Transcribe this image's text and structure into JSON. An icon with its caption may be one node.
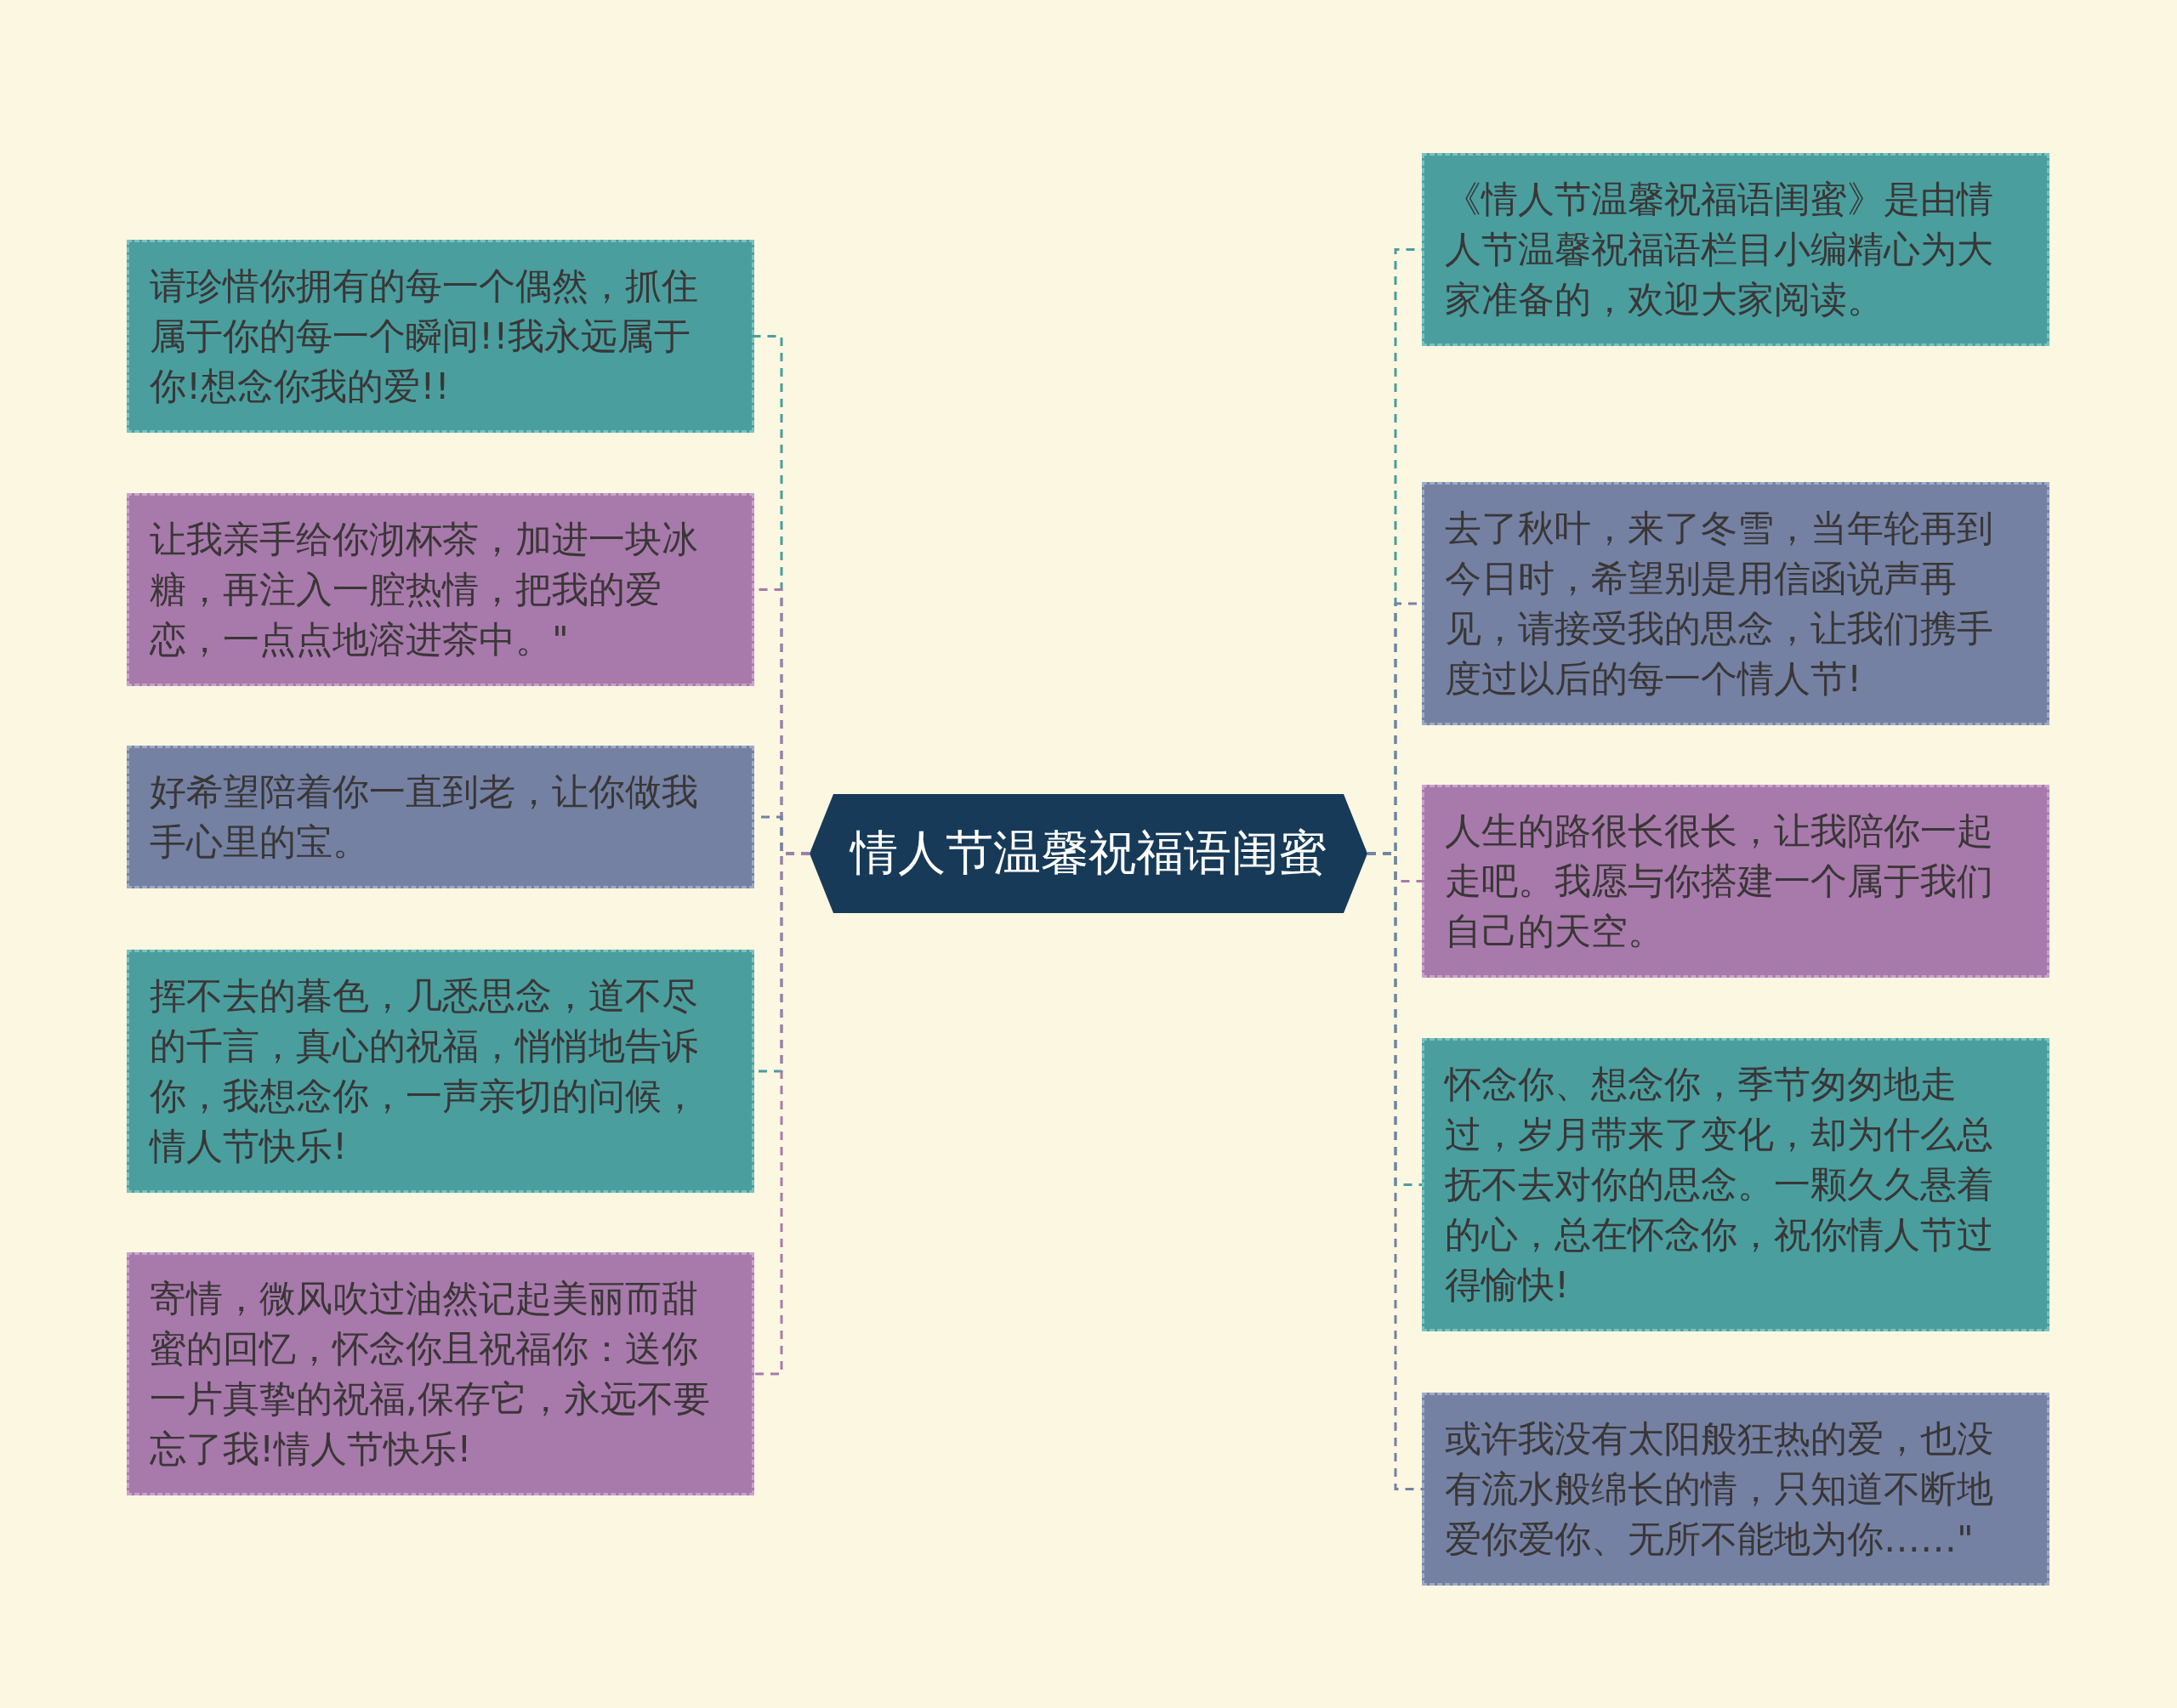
{
  "diagram": {
    "nodes": [
      {
        "text": [
          "情人节温馨祝福语闺蜜"
        ]
      },
      {
        "text": [
          "请珍惜你拥有的每一个偶然，抓住属于你的每一个瞬间!!我永远属于你!想念你我的爱!!"
        ]
      },
      {
        "text": [
          "让我亲手给你沏杯茶，加进一块冰糖，再注入一腔热情，把我的爱恋，一点点地溶进茶中。\""
        ]
      },
      {
        "text": [
          "好希望陪着你一直到老，让你做我手心里的宝。"
        ]
      },
      {
        "text": [
          "挥不去的暮色，几悉思念，道不尽的千言，真心的祝福，悄悄地告诉你，我想念你，一声亲切的问候，情人节快乐!"
        ]
      },
      {
        "text": [
          "寄情，微风吹过油然记起美丽而甜蜜的回忆，怀念你且祝福你：送你一片真挚的祝福,保存它，永远不要忘了我!情人节快乐!"
        ]
      },
      {
        "text": [
          "《情人节温馨祝福语闺蜜》是由情人节温馨祝福语栏目小编精心为大家准备的，欢迎大家阅读。"
        ]
      },
      {
        "text": [
          "去了秋叶，来了冬雪，当年轮再到今日时，希望别是用信函说声再见，请接受我的思念，让我们携手度过以后的每一个情人节!"
        ]
      },
      {
        "text": [
          "人生的路很长很长，让我陪你一起走吧。我愿与你搭建一个属于我们自己的天空。"
        ]
      },
      {
        "text": [
          "怀念你、想念你，季节匆匆地走过，岁月带来了变化，却为什么总抚不去对你的思念。一颗久久悬着的心，总在怀念你，祝你情人节过得愉快!"
        ]
      },
      {
        "text": [
          "或许我没有太阳般狂热的爱，也没有流水般绵长的情，只知道不断地爱你爱你、无所不能地为你……\""
        ]
      }
    ],
    "edges": [
      {
        "from": 0,
        "to": 1,
        "arrow": "none",
        "style": "dashed",
        "color": "#4a9e9e"
      },
      {
        "from": 0,
        "to": 2,
        "arrow": "none",
        "style": "dashed",
        "color": "#a77aab"
      },
      {
        "from": 0,
        "to": 3,
        "arrow": "none",
        "style": "dashed",
        "color": "#7481a3"
      },
      {
        "from": 0,
        "to": 4,
        "arrow": "none",
        "style": "dashed",
        "color": "#4a9e9e"
      },
      {
        "from": 0,
        "to": 5,
        "arrow": "none",
        "style": "dashed",
        "color": "#a77aab"
      },
      {
        "from": 0,
        "to": 6,
        "arrow": "none",
        "style": "dashed",
        "color": "#4a9e9e"
      },
      {
        "from": 0,
        "to": 7,
        "arrow": "none",
        "style": "dashed",
        "color": "#7481a3"
      },
      {
        "from": 0,
        "to": 8,
        "arrow": "none",
        "style": "dashed",
        "color": "#a77aab"
      },
      {
        "from": 0,
        "to": 9,
        "arrow": "none",
        "style": "dashed",
        "color": "#4a9e9e"
      },
      {
        "from": 0,
        "to": 10,
        "arrow": "none",
        "style": "dashed",
        "color": "#7481a3"
      }
    ]
  }
}
